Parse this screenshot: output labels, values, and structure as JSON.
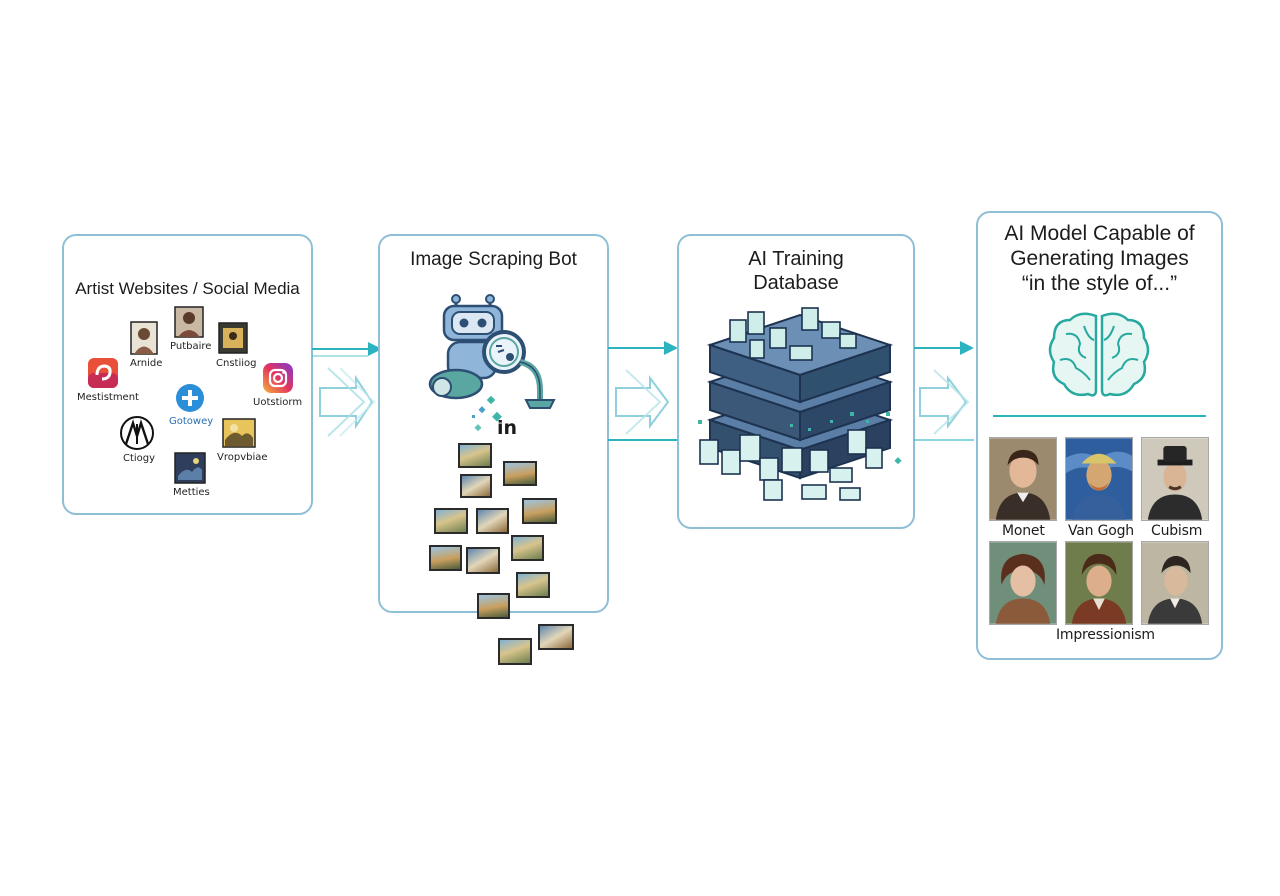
{
  "panels": {
    "sources": {
      "title": "Artist Websites / Social Media",
      "items": [
        {
          "label": "Arnide",
          "icon": "portrait-avatar-icon"
        },
        {
          "label": "Putbaire",
          "icon": "portrait-avatar-icon"
        },
        {
          "label": "Cnstiiog",
          "icon": "painting-avatar-icon"
        },
        {
          "label": "Mestistment",
          "icon": "swirl-logo-icon"
        },
        {
          "label": "Gotowey",
          "icon": "plus-circle-icon"
        },
        {
          "label": "Uotstiorm",
          "icon": "instagram-icon"
        },
        {
          "label": "Ctiogy",
          "icon": "arch-logo-icon"
        },
        {
          "label": "Vropvbiae",
          "icon": "painting-avatar-icon"
        },
        {
          "label": "Metties",
          "icon": "painting-avatar-icon"
        }
      ]
    },
    "scraper": {
      "title": "Image Scraping Bot",
      "vacuum_text": "in"
    },
    "database": {
      "title_line1": "AI Training",
      "title_line2": "Database"
    },
    "model": {
      "title_line1": "AI Model Capable of",
      "title_line2": "Generating Images",
      "title_line3": "“in the style of...”",
      "styles": [
        "Monet",
        "Van Gogh",
        "Cubism",
        "Impressionism"
      ]
    }
  },
  "colors": {
    "panel_border": "#8fbfd6",
    "arrow": "#2bb3bf",
    "robot": "#8fb5d9",
    "robot_dark": "#2d4f73",
    "teal": "#28a9a0",
    "server": "#3b5879"
  }
}
